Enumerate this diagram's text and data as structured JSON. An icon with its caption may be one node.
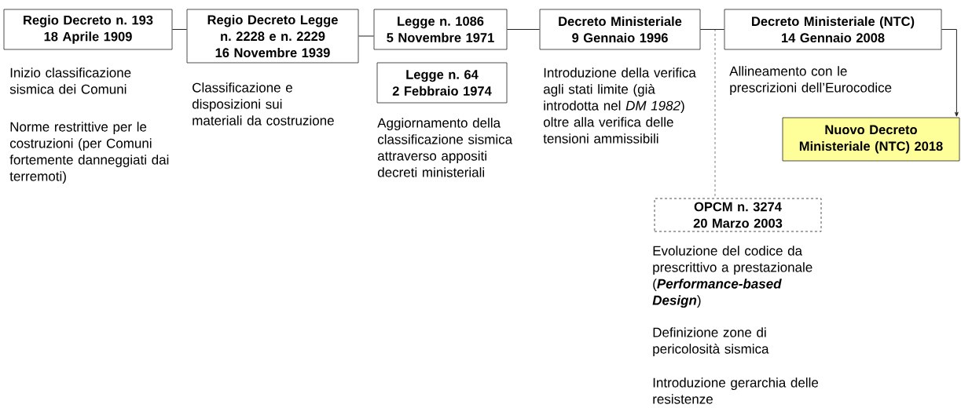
{
  "diagram": {
    "nodes": [
      {
        "text": [
          "Regio Decreto n. 193",
          "18 Aprile 1909"
        ],
        "beside": [
          "Inizio classificazione sismica dei Comuni",
          "Norme restrittive per le costruzioni (per Comuni fortemente danneggiati dai terremoti)"
        ]
      },
      {
        "text": [
          "Regio Decreto Legge n. 2228 e n. 2229",
          "16 Novembre 1939"
        ],
        "beside": [
          "Classificazione e disposizioni sui materiali da costruzione"
        ]
      },
      {
        "text": [
          "Legge n. 1086",
          "5 Novembre 1971"
        ]
      },
      {
        "text": [
          "Legge n. 64",
          "2 Febbraio 1974"
        ],
        "beside": [
          "Aggiornamento della classificazione sismica attraverso appositi decreti ministeriali"
        ]
      },
      {
        "text": [
          "Decreto Ministeriale",
          "9 Gennaio 1996"
        ],
        "beside": [
          "Introduzione della verifica agli stati limite (già introdotta nel *DM 1982*) oltre alla verifica delle tensioni ammissibili"
        ]
      },
      {
        "text": [
          "Decreto Ministeriale (NTC)",
          "14 Gennaio 2008"
        ],
        "beside": [
          "Allineamento con le prescrizioni dell’Eurocodice"
        ]
      },
      {
        "text": [
          "Nuovo Decreto Ministeriale (NTC) 2018"
        ]
      },
      {
        "text": [
          "OPCM n. 3274",
          "20 Marzo 2003"
        ],
        "beside": [
          "Evoluzione del codice da prescrittivo a prestazionale (*Performance-based Design*)",
          "Definizione zone di pericolosità sismica",
          "Introduzione gerarchia delle resistenze"
        ]
      }
    ],
    "edges": [
      {
        "from": 0,
        "to": 1,
        "arrow": "none"
      },
      {
        "from": 1,
        "to": 2,
        "arrow": "none"
      },
      {
        "from": 2,
        "to": 4,
        "arrow": "none"
      },
      {
        "from": 4,
        "to": 5,
        "arrow": "none"
      },
      {
        "from": 5,
        "to": 6,
        "arrow": "to"
      },
      {
        "from": 4,
        "to": 7,
        "arrow": "none",
        "style": "dashed"
      }
    ]
  }
}
